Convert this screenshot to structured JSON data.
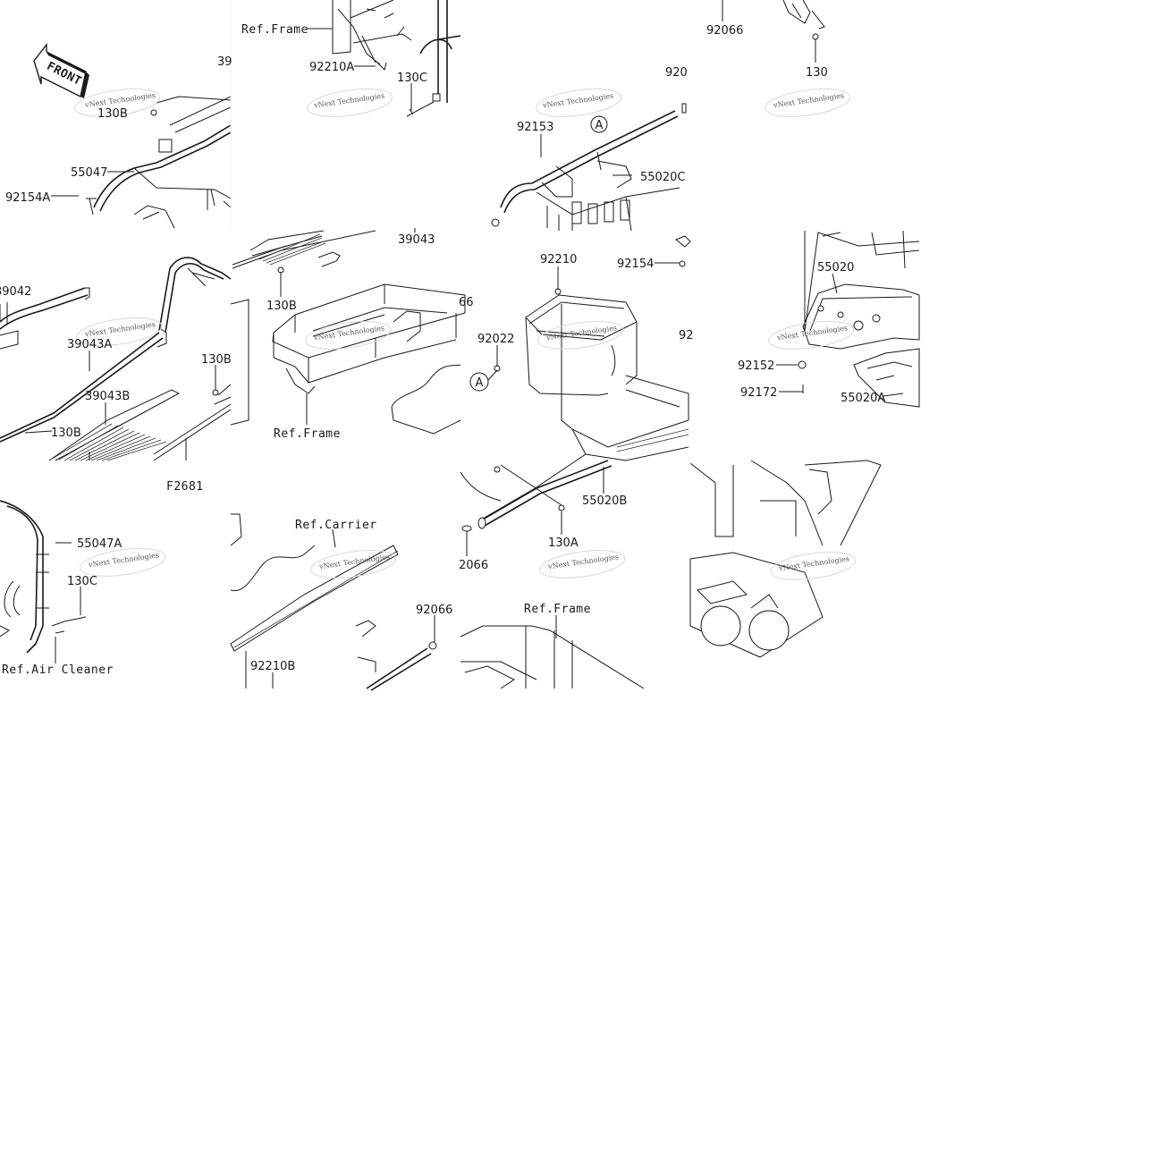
{
  "diagram": {
    "figure_id": "F2681",
    "watermark": "vNext Technologies",
    "front_label": "FRONT",
    "callout_letter": "A",
    "part_numbers": {
      "p92066": "92066",
      "p130": "130",
      "p130B": "130B",
      "p130C": "130C",
      "p130A": "130A",
      "p39": "39",
      "p39042": "39042",
      "p39043": "39043",
      "p39043A": "39043A",
      "p39043B": "39043B",
      "p55047": "55047",
      "p55047A": "55047A",
      "p55020": "55020",
      "p55020A": "55020A",
      "p55020B": "55020B",
      "p55020C": "55020C",
      "p92153": "92153",
      "p92154": "92154",
      "p92154A": "92154A",
      "p92210": "92210",
      "p92210A": "92210A",
      "p92210B": "92210B",
      "p92022": "92022",
      "p92152": "92152",
      "p92172": "92172",
      "p920": "920",
      "p92": "92",
      "p66": "66",
      "p2066": "2066"
    },
    "references": {
      "frame": "Ref.Frame",
      "carrier": "Ref.Carrier",
      "air_cleaner": "Ref.Air Cleaner"
    }
  }
}
